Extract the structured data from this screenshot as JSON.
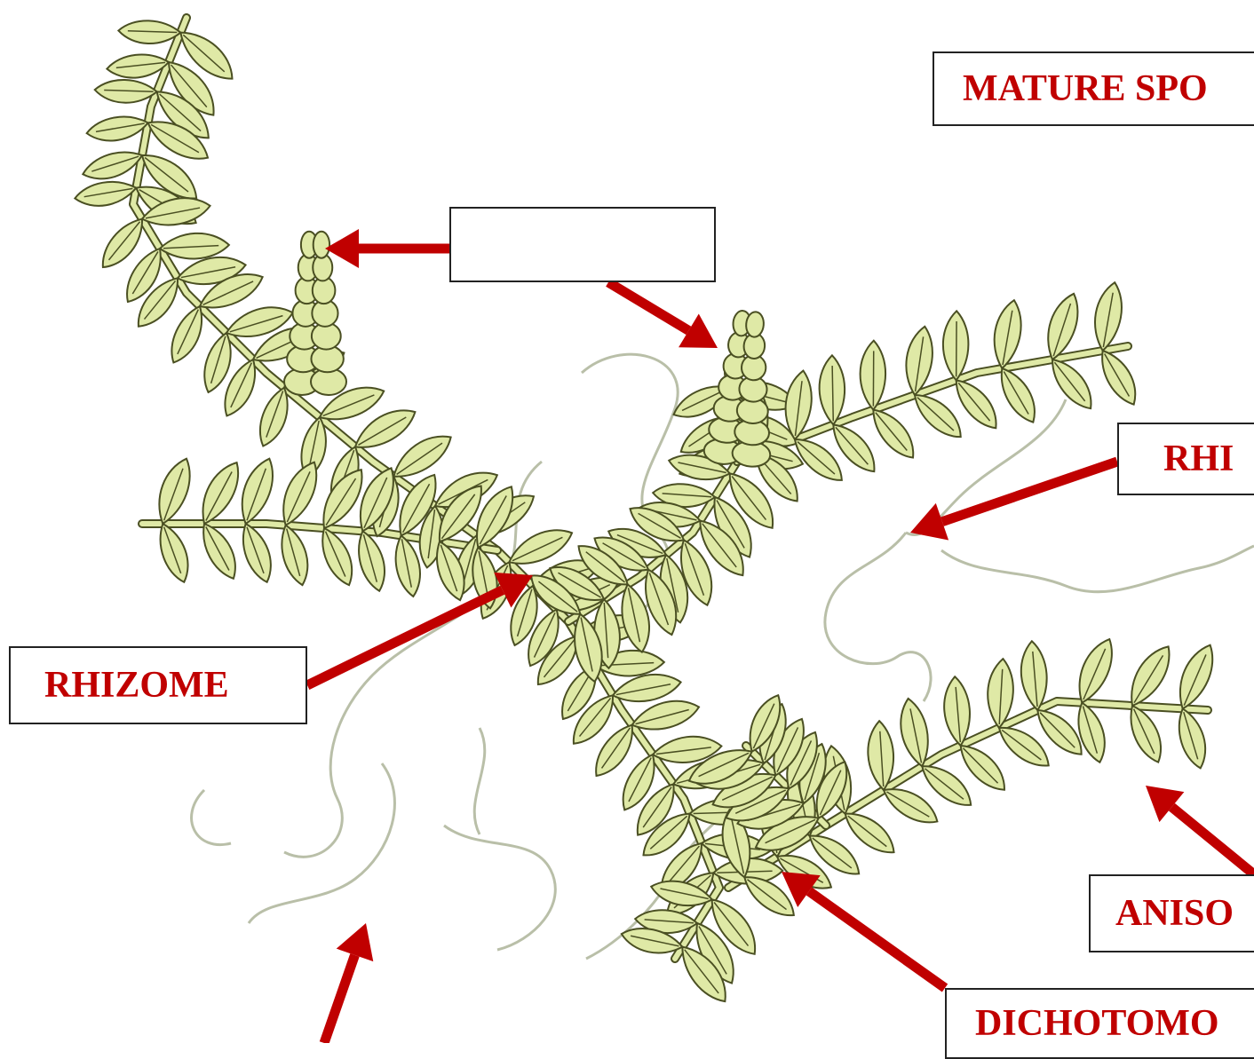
{
  "labels": {
    "mature": "MATURE SPO",
    "blank": "",
    "rhiz": "RHI",
    "rhizome": "RHIZOME",
    "aniso": "ANISO",
    "dicho": "DICHOTOMO"
  },
  "colors": {
    "arrow": "#c00000",
    "label_text": "#c00000",
    "leaf_fill": "#dfe9a6",
    "leaf_outline": "#4a4f22",
    "root": "#b9bfa8"
  }
}
